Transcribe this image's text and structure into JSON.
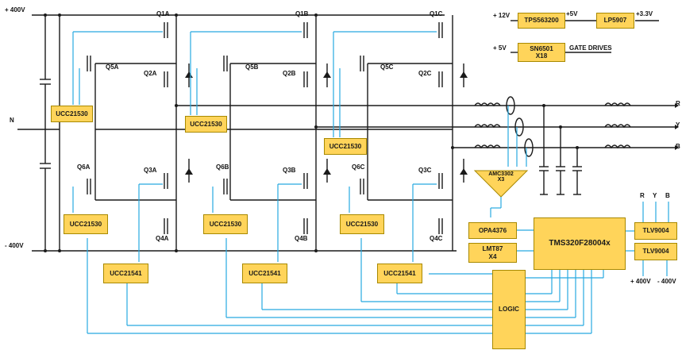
{
  "rails": {
    "pos": "+ 400V",
    "neutral": "N",
    "neg": "- 400V"
  },
  "transistors": [
    "Q1A",
    "Q2A",
    "Q3A",
    "Q4A",
    "Q5A",
    "Q6A",
    "Q1B",
    "Q2B",
    "Q3B",
    "Q4B",
    "Q5B",
    "Q6B",
    "Q1C",
    "Q2C",
    "Q3C",
    "Q4C",
    "Q5C",
    "Q6C"
  ],
  "drivers": {
    "ucc21530": "UCC21530",
    "ucc21541": "UCC21541"
  },
  "power": {
    "in12": "+ 12V",
    "tps": "TPS563200",
    "p5": "+5V",
    "lp": "LP5907",
    "p33": "+3.3V",
    "in5": "+ 5V",
    "sn_line1": "SN6501",
    "sn_line2": "X18",
    "gate": "GATE DRIVES"
  },
  "outputs": {
    "r": "R",
    "y": "Y",
    "b": "B"
  },
  "amc_line1": "AMC3302",
  "amc_line2": "X3",
  "opa": "OPA4376",
  "lmt_line1": "LMT87",
  "lmt_line2": "X4",
  "mcu": "TMS320F28004x",
  "tlv": "TLV9004",
  "logic": "LOGIC",
  "tlv_inputs": {
    "r": "R",
    "y": "Y",
    "b": "B"
  },
  "supply_labels": {
    "pos": "+ 400V",
    "neg": "- 400V"
  },
  "colors": {
    "box": "#ffd45a",
    "wire": "#1a1a1a",
    "signal": "#27a9e1"
  }
}
